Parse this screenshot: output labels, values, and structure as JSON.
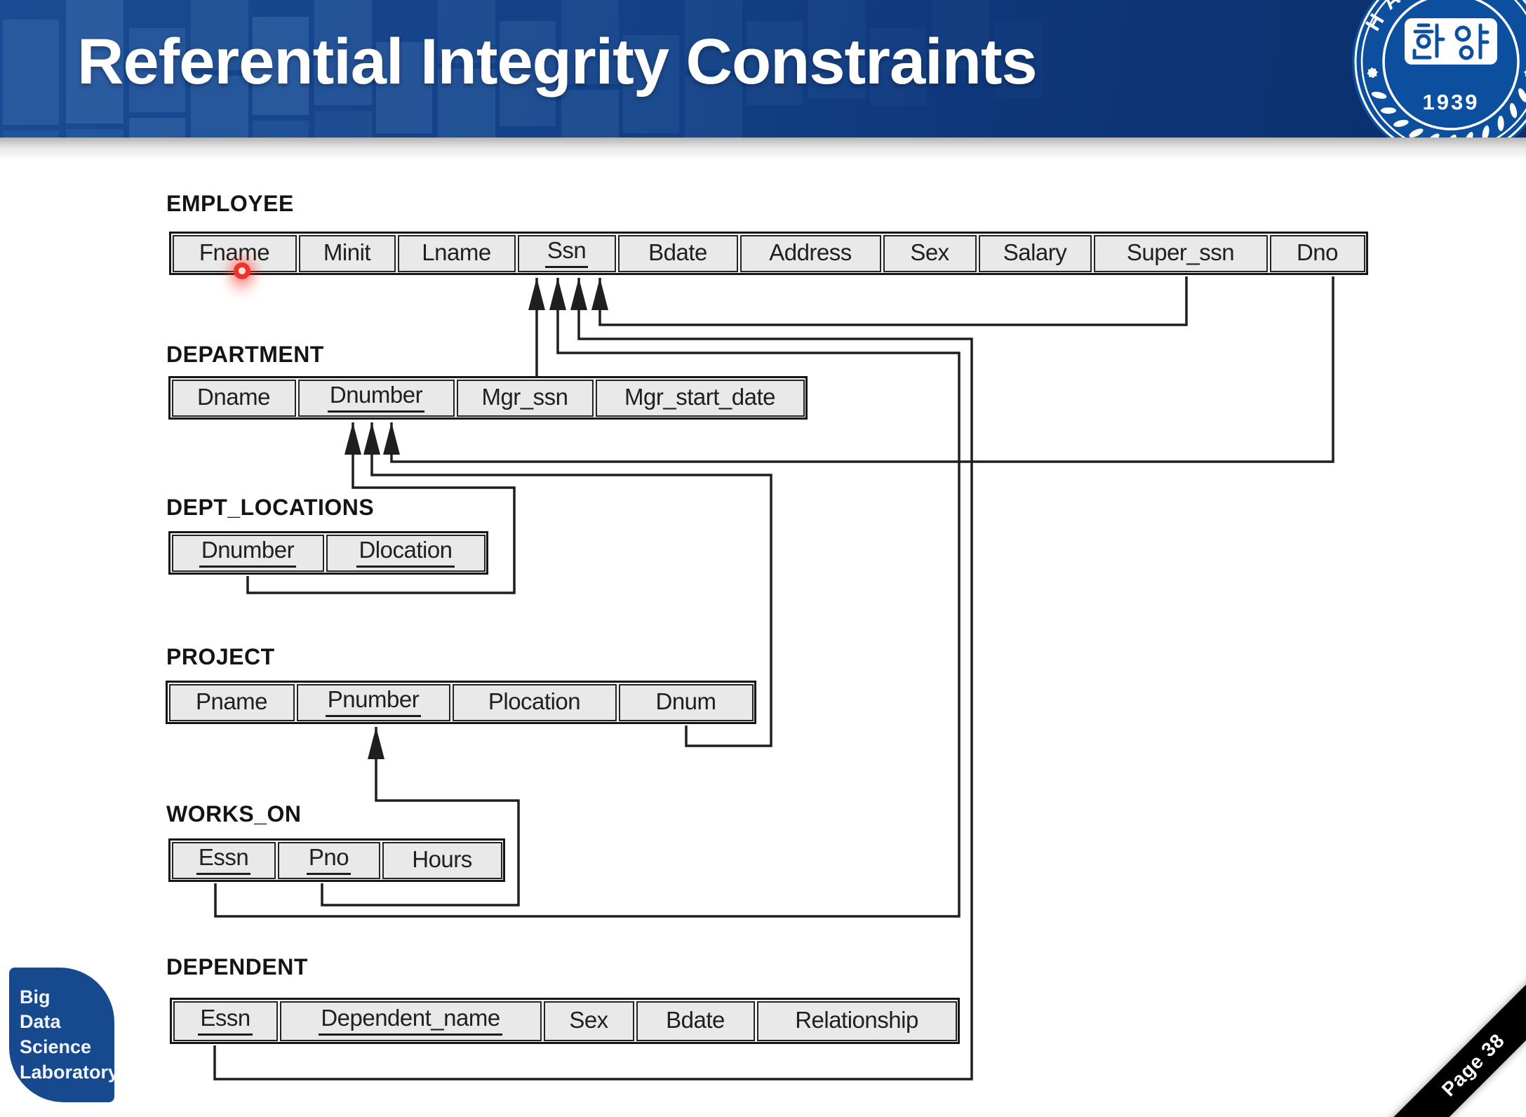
{
  "header": {
    "title": "Referential Integrity Constraints",
    "seal": {
      "ring_text": "HAN",
      "center_text": "한양",
      "year": "1939"
    }
  },
  "footer": {
    "page_label": "Page 38",
    "lab_logo_lines": [
      "Big",
      "Data",
      "Science",
      "Laboratory"
    ]
  },
  "colors": {
    "banner_blue": "#123f85",
    "seal_blue": "#0d4f9f",
    "cell_fill": "#e9e9e9",
    "connector_line": "#1f1f1f",
    "lab_logo_blue": "#17498f",
    "ribbon_black": "#000000",
    "laser_dot_red": "#f32820"
  },
  "schema": {
    "tables": [
      {
        "name": "EMPLOYEE",
        "columns": [
          {
            "label": "Fname",
            "key": false
          },
          {
            "label": "Minit",
            "key": false
          },
          {
            "label": "Lname",
            "key": false
          },
          {
            "label": "Ssn",
            "key": true
          },
          {
            "label": "Bdate",
            "key": false
          },
          {
            "label": "Address",
            "key": false
          },
          {
            "label": "Sex",
            "key": false
          },
          {
            "label": "Salary",
            "key": false
          },
          {
            "label": "Super_ssn",
            "key": false
          },
          {
            "label": "Dno",
            "key": false
          }
        ]
      },
      {
        "name": "DEPARTMENT",
        "columns": [
          {
            "label": "Dname",
            "key": false
          },
          {
            "label": "Dnumber",
            "key": true
          },
          {
            "label": "Mgr_ssn",
            "key": false
          },
          {
            "label": "Mgr_start_date",
            "key": false
          }
        ]
      },
      {
        "name": "DEPT_LOCATIONS",
        "columns": [
          {
            "label": "Dnumber",
            "key": true
          },
          {
            "label": "Dlocation",
            "key": true
          }
        ]
      },
      {
        "name": "PROJECT",
        "columns": [
          {
            "label": "Pname",
            "key": false
          },
          {
            "label": "Pnumber",
            "key": true
          },
          {
            "label": "Plocation",
            "key": false
          },
          {
            "label": "Dnum",
            "key": false
          }
        ]
      },
      {
        "name": "WORKS_ON",
        "columns": [
          {
            "label": "Essn",
            "key": true
          },
          {
            "label": "Pno",
            "key": true
          },
          {
            "label": "Hours",
            "key": false
          }
        ]
      },
      {
        "name": "DEPENDENT",
        "columns": [
          {
            "label": "Essn",
            "key": true
          },
          {
            "label": "Dependent_name",
            "key": true
          },
          {
            "label": "Sex",
            "key": false
          },
          {
            "label": "Bdate",
            "key": false
          },
          {
            "label": "Relationship",
            "key": false
          }
        ]
      }
    ],
    "relationships": [
      {
        "from": "DEPARTMENT.Mgr_ssn",
        "to": "EMPLOYEE.Ssn"
      },
      {
        "from": "EMPLOYEE.Super_ssn",
        "to": "EMPLOYEE.Ssn"
      },
      {
        "from": "WORKS_ON.Essn",
        "to": "EMPLOYEE.Ssn"
      },
      {
        "from": "DEPENDENT.Essn",
        "to": "EMPLOYEE.Ssn"
      },
      {
        "from": "DEPT_LOCATIONS.Dnumber",
        "to": "DEPARTMENT.Dnumber"
      },
      {
        "from": "PROJECT.Dnum",
        "to": "DEPARTMENT.Dnumber"
      },
      {
        "from": "EMPLOYEE.Dno",
        "to": "DEPARTMENT.Dnumber"
      },
      {
        "from": "WORKS_ON.Pno",
        "to": "PROJECT.Pnumber"
      }
    ]
  }
}
